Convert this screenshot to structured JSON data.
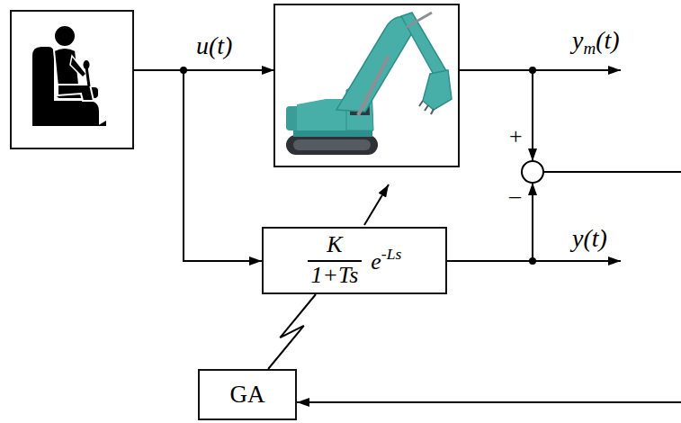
{
  "diagram": {
    "nodes": [
      {
        "text": [
          "K",
          "1+Ts",
          "e-Ls"
        ]
      },
      {
        "text": [
          "GA"
        ]
      }
    ],
    "edges": [
      {
        "from": 1,
        "to": 0,
        "arrow": "none"
      }
    ],
    "labels": [
      "u(t)",
      "ym(t)",
      "+",
      "–",
      "y(t)"
    ]
  }
}
